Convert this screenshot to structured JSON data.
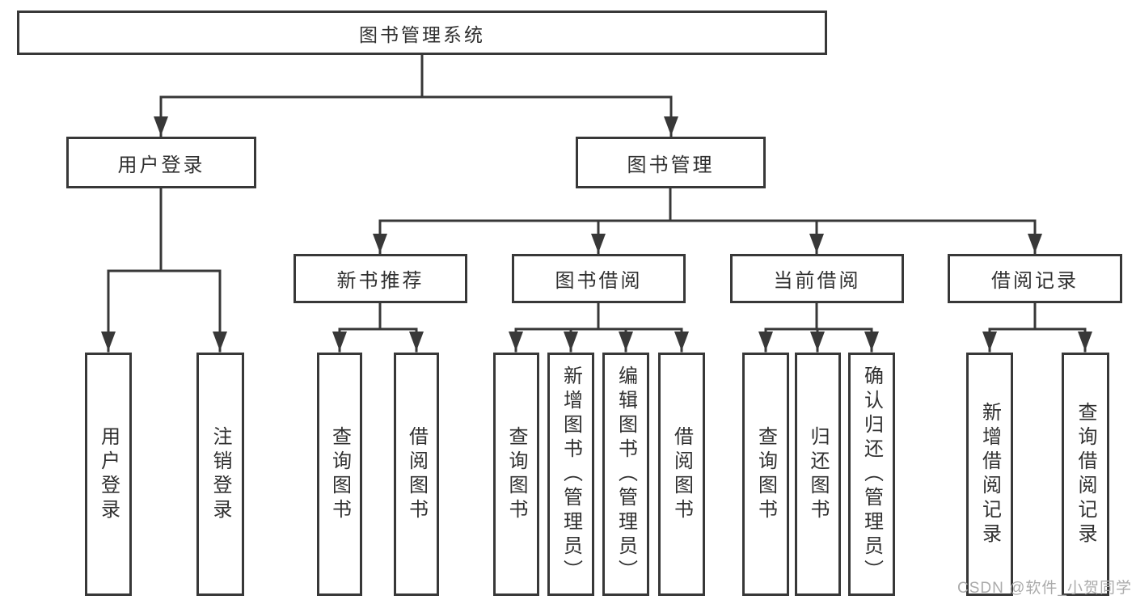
{
  "hierarchy": {
    "root": "图书管理系统",
    "children": [
      {
        "label": "用户登录",
        "children": [
          {
            "label": "用户登录"
          },
          {
            "label": "注销登录"
          }
        ]
      },
      {
        "label": "图书管理",
        "children": [
          {
            "label": "新书推荐",
            "children": [
              {
                "label": "查询图书"
              },
              {
                "label": "借阅图书"
              }
            ]
          },
          {
            "label": "图书借阅",
            "children": [
              {
                "label": "查询图书"
              },
              {
                "label": "新增图书（管理员）"
              },
              {
                "label": "编辑图书（管理员）"
              },
              {
                "label": "借阅图书"
              }
            ]
          },
          {
            "label": "当前借阅",
            "children": [
              {
                "label": "查询图书"
              },
              {
                "label": "归还图书"
              },
              {
                "label": "确认归还（管理员）"
              }
            ]
          },
          {
            "label": "借阅记录",
            "children": [
              {
                "label": "新增借阅记录"
              },
              {
                "label": "查询借阅记录"
              }
            ]
          }
        ]
      }
    ]
  },
  "watermark": {
    "text": "CSDN @软件_小贺同学",
    "color": "#ababab"
  },
  "colors": {
    "line": "#383838",
    "border": "#383838",
    "text": "#303030",
    "background": "#ffffff"
  }
}
